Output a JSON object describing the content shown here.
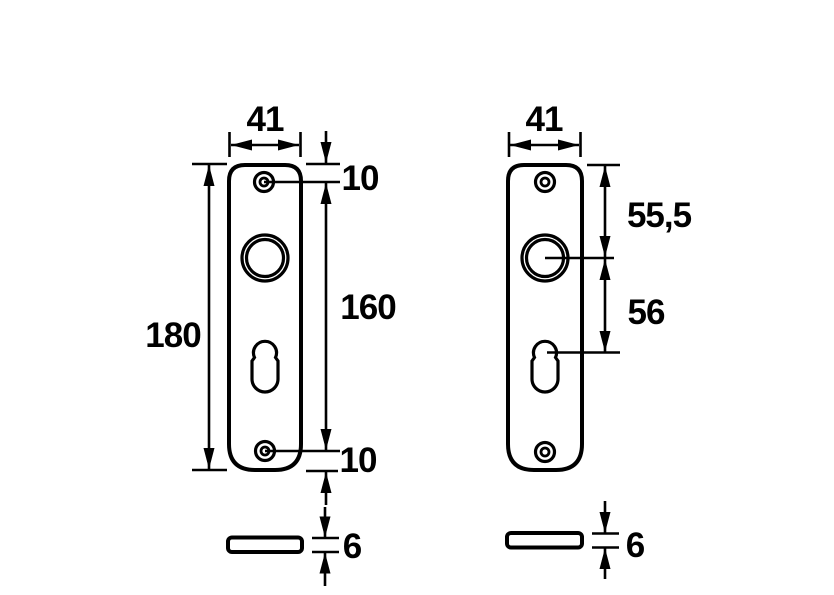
{
  "colors": {
    "ink": "#000000",
    "background": "#ffffff"
  },
  "figure": {
    "left_plate": {
      "width_mm": "41",
      "height_mm": "180",
      "hole_spacing_mm": "160",
      "top_hole_offset_mm": "10",
      "bottom_hole_offset_mm": "10",
      "thickness_mm": "6"
    },
    "right_plate": {
      "width_mm": "41",
      "top_to_handle_mm": "55,5",
      "handle_to_keyhole_mm": "56",
      "thickness_mm": "6"
    }
  }
}
